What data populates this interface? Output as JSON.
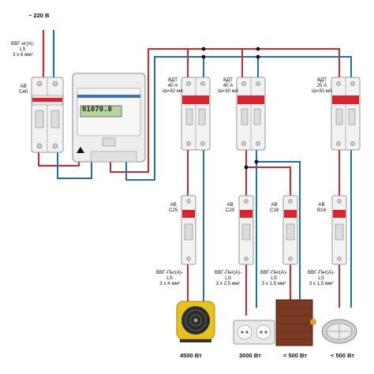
{
  "supply": {
    "voltage": "~ 220 В"
  },
  "input_cable": {
    "line1": "ВВГ-нг(А)-",
    "line2": "LS",
    "line3": "3 х 6 мм²"
  },
  "main_breaker": {
    "line1": "АВ",
    "line2": "С40"
  },
  "meter": {
    "reading": "01070.0"
  },
  "rcds": [
    {
      "line1": "ВДТ",
      "line2": "40 А",
      "line3": "I∆=30 мА"
    },
    {
      "line1": "ВДТ",
      "line2": "40 А",
      "line3": "I∆=30 мА"
    },
    {
      "line1": "ВДТ",
      "line2": "25 А",
      "line3": "I∆=30 мА"
    }
  ],
  "breakers": [
    {
      "line1": "АВ",
      "line2": "С25"
    },
    {
      "line1": "АВ",
      "line2": "С20"
    },
    {
      "line1": "АВ",
      "line2": "С16"
    },
    {
      "line1": "АВ",
      "line2": "В16"
    }
  ],
  "cables": [
    {
      "line1": "ВВГ-Пнг(А)-",
      "line2": "LS",
      "line3": "3 х 4 мм²"
    },
    {
      "line1": "ВВГ-Пнг(А)-",
      "line2": "LS",
      "line3": "3 х 2,5 мм²"
    },
    {
      "line1": "ВВГ-Пнг(А)-",
      "line2": "LS",
      "line3": "3 х 1,5 мм²"
    },
    {
      "line1": "ВВГ-Пнг(А)-",
      "line2": "LS",
      "line3": "3 х 1,5 мм²"
    }
  ],
  "loads": [
    {
      "icon": "heater-fan-icon",
      "power": "4500 Вт"
    },
    {
      "icon": "socket-outlet-icon",
      "power": "3000 Вт"
    },
    {
      "icon": "roller-shutter-icon",
      "power": "< 500 Вт"
    },
    {
      "icon": "bulkhead-lamp-icon",
      "power": "< 500 Вт"
    }
  ],
  "colors": {
    "phase": "#d9232d",
    "neutral": "#1f6fb5",
    "device": "#f2f2f2",
    "device_stroke": "#9a9a9a",
    "lever": "#c62828"
  }
}
